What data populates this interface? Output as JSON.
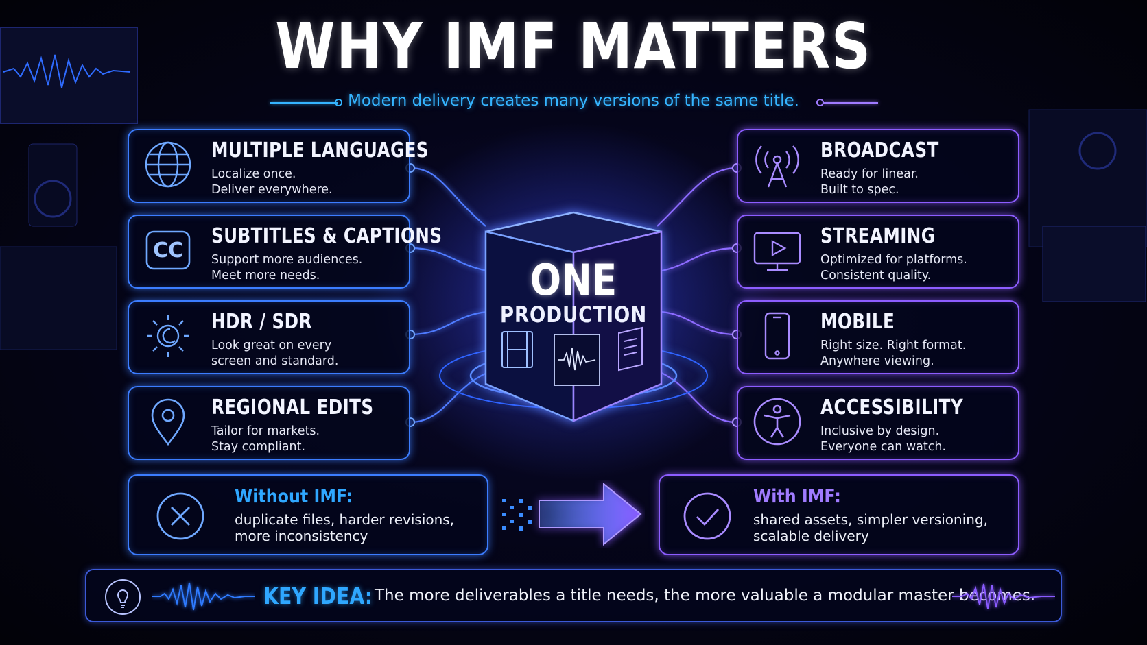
{
  "title": "WHY IMF MATTERS",
  "subtitle": "Modern delivery creates many versions of the same title.",
  "center": {
    "line1": "ONE",
    "line2": "PRODUCTION"
  },
  "left_cards": [
    {
      "heading": "MULTIPLE LANGUAGES",
      "line1": "Localize once.",
      "line2": "Deliver everywhere.",
      "icon": "globe-icon"
    },
    {
      "heading": "SUBTITLES & CAPTIONS",
      "line1": "Support more audiences.",
      "line2": "Meet more needs.",
      "icon": "cc-icon",
      "icon_text": "CC"
    },
    {
      "heading": "HDR / SDR",
      "line1": "Look great on every",
      "line2": "screen and standard.",
      "icon": "sun-moon-icon"
    },
    {
      "heading": "REGIONAL EDITS",
      "line1": "Tailor for markets.",
      "line2": "Stay compliant.",
      "icon": "map-pin-icon"
    }
  ],
  "right_cards": [
    {
      "heading": "BROADCAST",
      "line1": "Ready for linear.",
      "line2": "Built to spec.",
      "icon": "antenna-icon"
    },
    {
      "heading": "STREAMING",
      "line1": "Optimized for platforms.",
      "line2": "Consistent quality.",
      "icon": "play-screen-icon"
    },
    {
      "heading": "MOBILE",
      "line1": "Right size. Right format.",
      "line2": "Anywhere viewing.",
      "icon": "phone-icon"
    },
    {
      "heading": "ACCESSIBILITY",
      "line1": "Inclusive by design.",
      "line2": "Everyone can watch.",
      "icon": "accessibility-icon"
    }
  ],
  "without": {
    "heading": "Without IMF:",
    "line1": "duplicate files, harder revisions,",
    "line2": "more inconsistency",
    "icon": "x-circle-icon"
  },
  "with": {
    "heading": "With IMF:",
    "line1": "shared assets, simpler versioning,",
    "line2": "scalable delivery",
    "icon": "check-circle-icon"
  },
  "key": {
    "label": "KEY IDEA:",
    "text": "The more deliverables a title needs, the more valuable a modular master becomes.",
    "icon": "lightbulb-icon"
  },
  "colors": {
    "blue": "#3c7dff",
    "purple": "#8d5dff",
    "cyan": "#35b4ff",
    "background": "#05051a"
  }
}
